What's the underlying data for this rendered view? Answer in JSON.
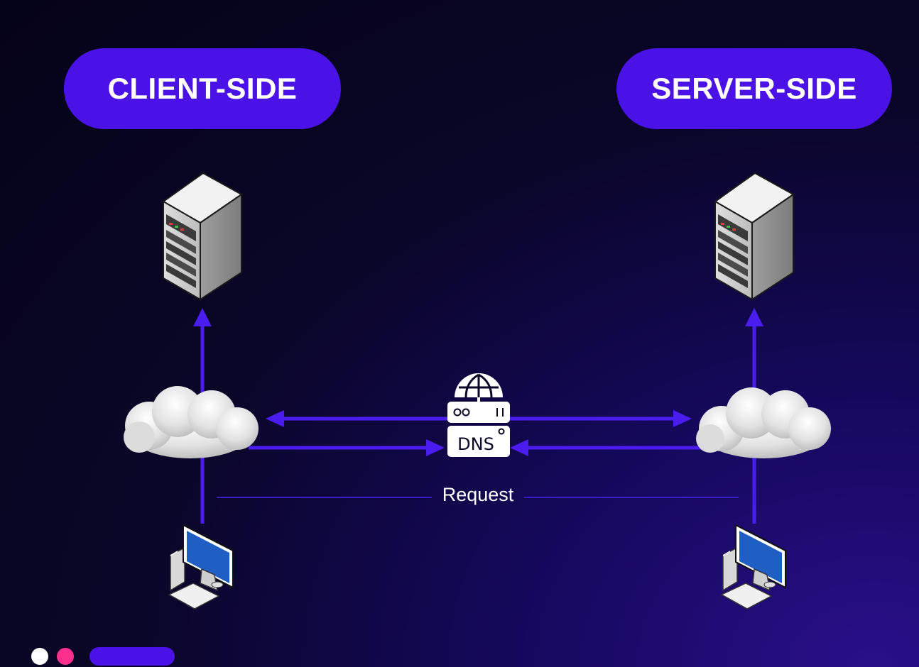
{
  "client_label": "CLIENT-SIDE",
  "server_label": "SERVER-SIDE",
  "dns_label": "DNS",
  "request_label": "Request",
  "colors": {
    "accent": "#4a12e6",
    "arrow": "#4b1cf0",
    "dot_pink": "#ff2f8e"
  },
  "icons": [
    "server-icon",
    "cloud-icon",
    "computer-icon",
    "dns-icon",
    "globe-icon"
  ]
}
